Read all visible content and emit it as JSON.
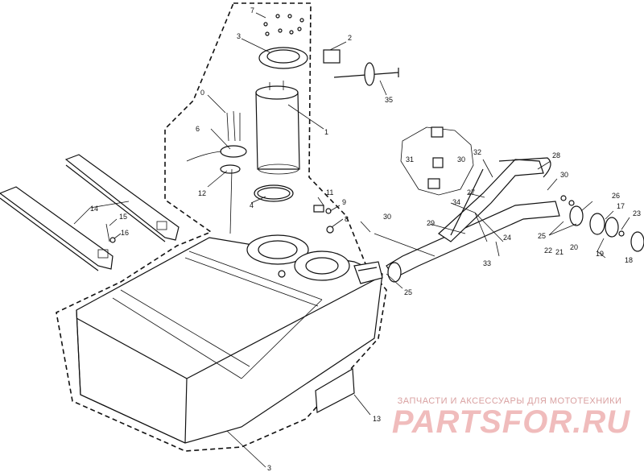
{
  "callouts": {
    "c1": "1",
    "c2": "2",
    "c3": "3",
    "c3b": "3",
    "c4": "4",
    "c6": "6",
    "c7": "7",
    "c8": "8",
    "c9": "9",
    "c0": "0",
    "c11": "11",
    "c12": "12",
    "c13": "13",
    "c14": "14",
    "c15": "15",
    "c16": "16",
    "c17": "17",
    "c18": "18",
    "c19": "19",
    "c20": "20",
    "c21": "21",
    "c22": "22",
    "c23": "23",
    "c24": "24",
    "c25a": "25",
    "c25b": "25",
    "c26": "26",
    "c27": "27",
    "c28": "28",
    "c29": "29",
    "c30a": "30",
    "c30b": "30",
    "c30c": "30",
    "c31": "31",
    "c32": "32",
    "c33": "33",
    "c34": "34",
    "c35": "35"
  },
  "watermark": {
    "caption": "ЗАПЧАСТИ И АКСЕССУАРЫ ДЛЯ МОТОТЕХНИКИ",
    "logo": "PARTSFOR.RU"
  }
}
